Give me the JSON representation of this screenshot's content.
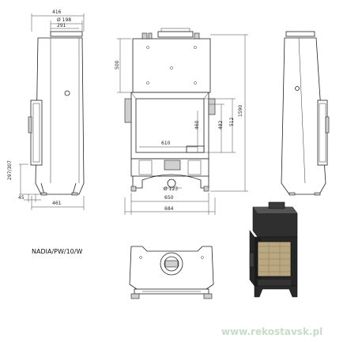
{
  "model": "NADIA/PW/10/W",
  "watermark": "www.rekostavsk.pl",
  "dims": {
    "d416": "416",
    "d198": "Ø 198",
    "d291": "291",
    "d45": "45",
    "d461": "461",
    "d29307": "297/307",
    "d500": "500",
    "d1590": "1590",
    "d610": "610",
    "d460": "460",
    "d482": "482",
    "d512": "512",
    "d123": "Ø 123",
    "d650": "650",
    "d684": "684"
  }
}
